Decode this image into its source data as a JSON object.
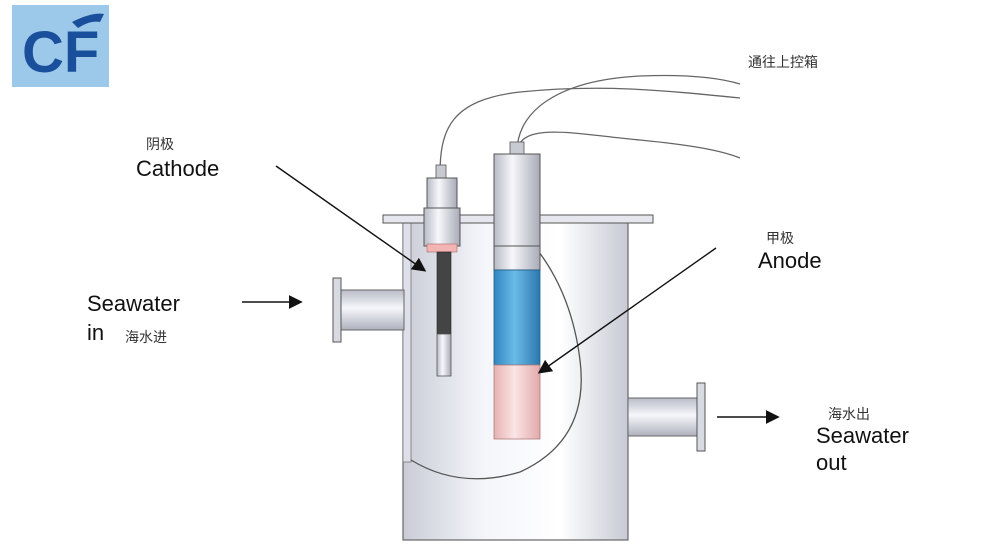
{
  "logo": {
    "text": "CF",
    "color": "#1a4f9c",
    "background": "#9cc8ea"
  },
  "labels": {
    "to_control_box_cn": "通往上控箱",
    "cathode_cn": "阴极",
    "cathode_en": "Cathode",
    "anode_cn": "甲极",
    "anode_en": "Anode",
    "seawater_in_en_line1": "Seawater",
    "seawater_in_en_line2": "in",
    "seawater_in_cn": "海水进",
    "seawater_out_cn": "海水出",
    "seawater_out_en_line1": "Seawater",
    "seawater_out_en_line2": "out"
  },
  "colors": {
    "anode_blue": "#3f9fd6",
    "anode_pink": "#f2c9c9",
    "cathode_rod": "#444444",
    "cathode_pink": "#f5b4b4",
    "outline": "#555555"
  }
}
